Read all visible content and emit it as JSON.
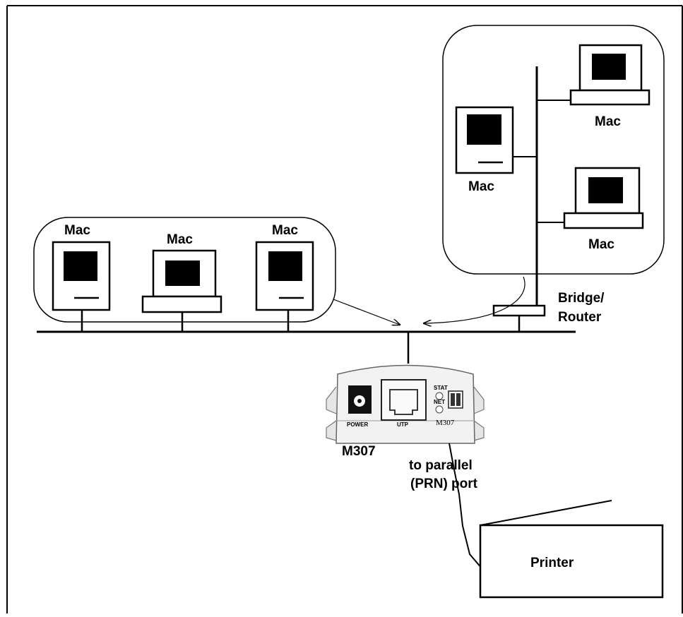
{
  "labels": {
    "mac": "Mac",
    "bridge_line1": "Bridge/",
    "bridge_line2": "Router",
    "device_name": "M307",
    "parallel_line1": "to parallel",
    "parallel_line2": "(PRN) port",
    "printer": "Printer"
  },
  "device_panel": {
    "power": "POWER",
    "utp": "UTP",
    "stat": "STAT",
    "net": "NET",
    "model": "M307"
  }
}
